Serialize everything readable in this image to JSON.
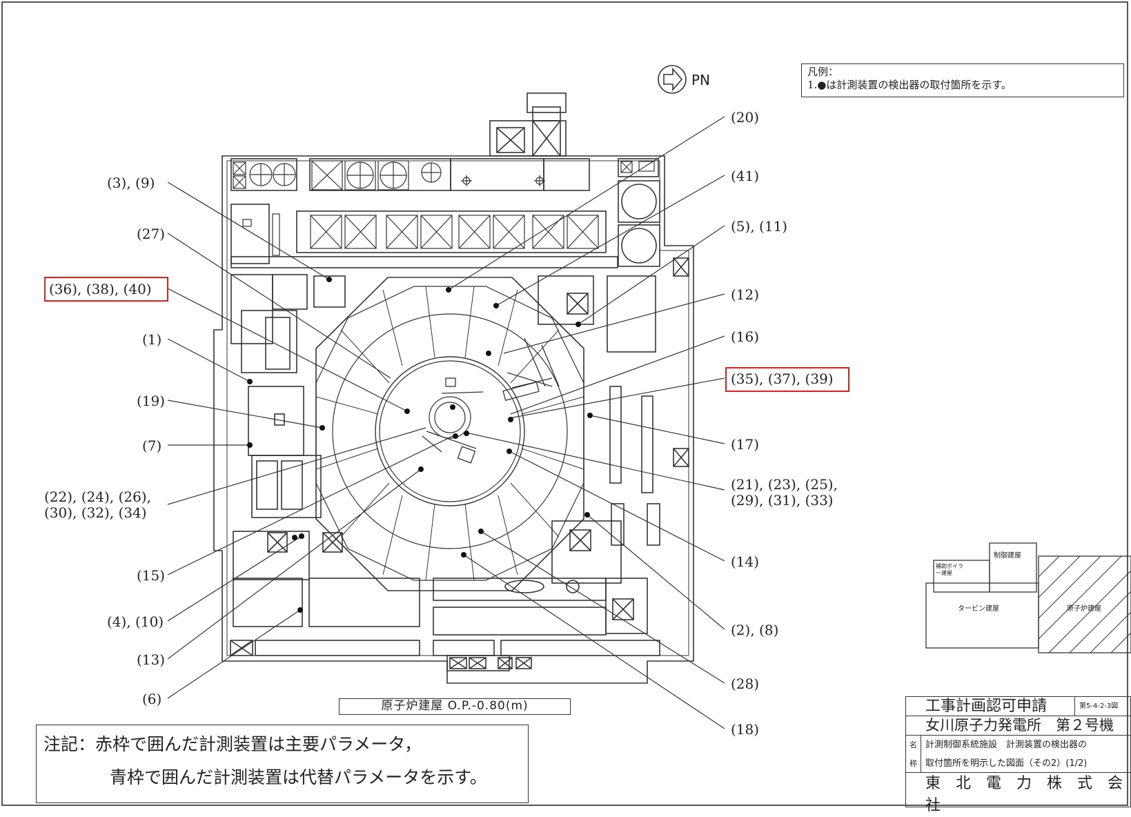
{
  "legend": {
    "title": "凡例：",
    "item": "1.●は計測装置の検出器の取付箇所を示す。"
  },
  "north": "PN",
  "labels": {
    "l20": "(20)",
    "l41": "(41)",
    "l5_11": "(5), (11)",
    "l12": "(12)",
    "l16": "(16)",
    "l35_37_39": "(35), (37), (39)",
    "l17": "(17)",
    "l21_23_25": "(21), (23), (25),",
    "l29_31_33": "(29), (31), (33)",
    "l14": "(14)",
    "l2_8": "(2), (8)",
    "l28": "(28)",
    "l18": "(18)",
    "l3_9": "(3), (9)",
    "l27": "(27)",
    "l36_38_40": "(36), (38), (40)",
    "l1": "(1)",
    "l19": "(19)",
    "l7": "(7)",
    "l22_24_26": "(22), (24), (26),",
    "l30_32_34": "(30), (32), (34)",
    "l15": "(15)",
    "l4_10": "(4), (10)",
    "l13": "(13)",
    "l6": "(6)"
  },
  "floor_label": "原子炉建屋 O.P.-0.80(m)",
  "note": {
    "line1": "注記：赤枠で囲んだ計測装置は主要パラメータ，",
    "line2": "青枠で囲んだ計測装置は代替パラメータを示す。"
  },
  "keymap": {
    "control": "制御建屋",
    "boiler": "補助ボイラー建屋",
    "turbine": "タービン建屋",
    "reactor": "原子炉建屋"
  },
  "title_block": {
    "app": "工事計画認可申請",
    "figno": "第5-4-2-3図",
    "plant": "女川原子力発電所　第２号機",
    "name_label_1": "名",
    "name_label_2": "称",
    "name1": "計測制御系統施設　計測装置の検出器の",
    "name2": "取付箇所を明示した図面（その2）(1/2)",
    "company": "東　北　電　力　株　式　会　社"
  },
  "colors": {
    "highlight": "#e0201b",
    "line": "#333333"
  }
}
